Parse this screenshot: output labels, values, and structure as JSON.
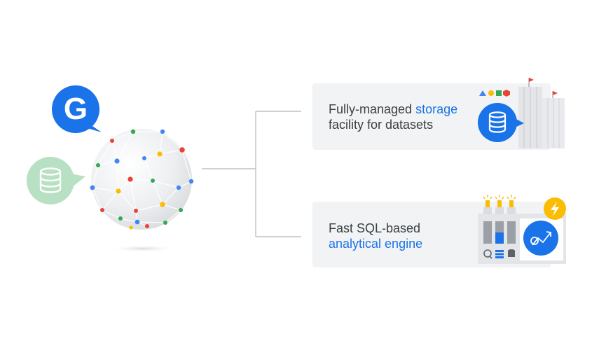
{
  "colors": {
    "google_blue": "#4285f4",
    "accent_blue": "#1a73e8",
    "google_red": "#ea4335",
    "google_yellow": "#fbbc04",
    "google_green": "#34a853",
    "card_bg": "#f1f3f4",
    "text": "#3c4043",
    "connector": "#bdc1c6",
    "database_bubble": "#b7e1c2"
  },
  "icons": {
    "google_badge": "google-g-icon",
    "left_database": "database-icon",
    "network_globe": "network-globe-icon",
    "storage_database": "database-icon",
    "warehouse": "warehouse-buildings-icon",
    "bolt": "lightning-bolt-icon",
    "analytics_chart": "analytics-chart-icon"
  },
  "google_badge_letter": "G",
  "cards": [
    {
      "name": "storage-card",
      "line1_prefix": "Fully-managed ",
      "line1_highlight": "storage",
      "line2": "facility for datasets"
    },
    {
      "name": "engine-card",
      "line1": "Fast SQL-based",
      "line2_highlight": "analytical engine"
    }
  ]
}
